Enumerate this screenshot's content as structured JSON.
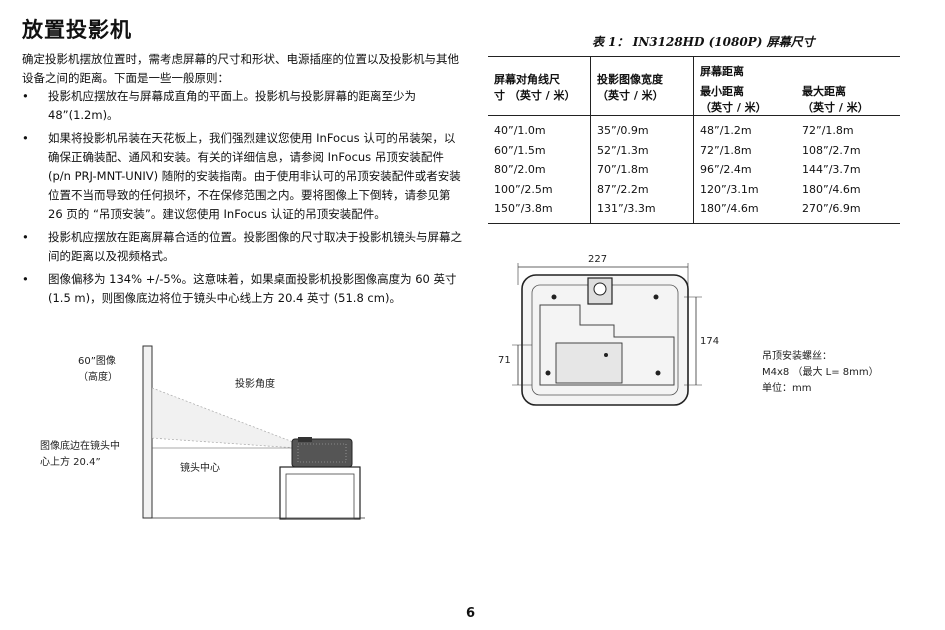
{
  "page": {
    "title": "放置投影机",
    "intro": "确定投影机摆放位置时，需考虑屏幕的尺寸和形状、电源插座的位置以及投影机与其他设备之间的距离。下面是一些一般原则：",
    "bullet_char": "•",
    "bullets": [
      "投影机应摆放在与屏幕成直角的平面上。投影机与投影屏幕的距离至少为 48”(1.2m)。",
      "如果将投影机吊装在天花板上，我们强烈建议您使用 InFocus 认可的吊装架，以确保正确装配、通风和安装。有关的详细信息，请参阅 InFocus 吊顶安装配件 (p/n PRJ-MNT-UNIV) 随附的安装指南。由于使用非认可的吊顶安装配件或者安装位置不当而导致的任何损坏，不在保修范围之内。要将图像上下倒转，请参见第  26 页的 “吊顶安装”。建议您使用 InFocus 认证的吊顶安装配件。",
      "投影机应摆放在距离屏幕合适的位置。投影图像的尺寸取决于投影机镜头与屏幕之间的距离以及视频格式。",
      "图像偏移为 134% +/-5%。这意味着，如果桌面投影机投影图像高度为 60 英寸 (1.5 m)，则图像底边将位于镜头中心线上方 20.4 英寸 (51.8 cm)。"
    ],
    "page_number": "6"
  },
  "table": {
    "caption": "表 1：  IN3128HD  (1080P)  屏幕尺寸",
    "headers": {
      "diag_1": "屏幕对角线尺",
      "diag_2": "寸 （英寸 / 米）",
      "width_1": "投影图像宽度",
      "width_2": "（英寸 / 米）",
      "distance": "屏幕距离",
      "min_1": "最小距离",
      "min_2": "（英寸 / 米）",
      "max_1": "最大距离",
      "max_2": "（英寸 / 米）"
    },
    "rows": [
      [
        "40”/1.0m",
        "35”/0.9m",
        "48”/1.2m",
        "72”/1.8m"
      ],
      [
        "60”/1.5m",
        "52”/1.3m",
        "72”/1.8m",
        "108”/2.7m"
      ],
      [
        "80”/2.0m",
        "70”/1.8m",
        "96”/2.4m",
        "144”/3.7m"
      ],
      [
        "100”/2.5m",
        "87”/2.2m",
        "120”/3.1m",
        "180”/4.6m"
      ],
      [
        "150”/3.8m",
        "131”/3.3m",
        "180”/4.6m",
        "270”/6.9m"
      ]
    ]
  },
  "mount_diagram": {
    "dim_width": "227",
    "dim_right": "174",
    "dim_left": "71",
    "note_1": "吊顶安装螺丝：",
    "note_2": "M4x8 （最大 L= 8mm）",
    "note_3": "单位：mm"
  },
  "projection_diagram": {
    "image_label_1": "60”图像",
    "image_label_2": "（高度）",
    "angle_label": "投影角度",
    "offset_label_1": "图像底边在镜头中",
    "offset_label_2": "心上方 20.4”",
    "lens_label": "镜头中心"
  }
}
